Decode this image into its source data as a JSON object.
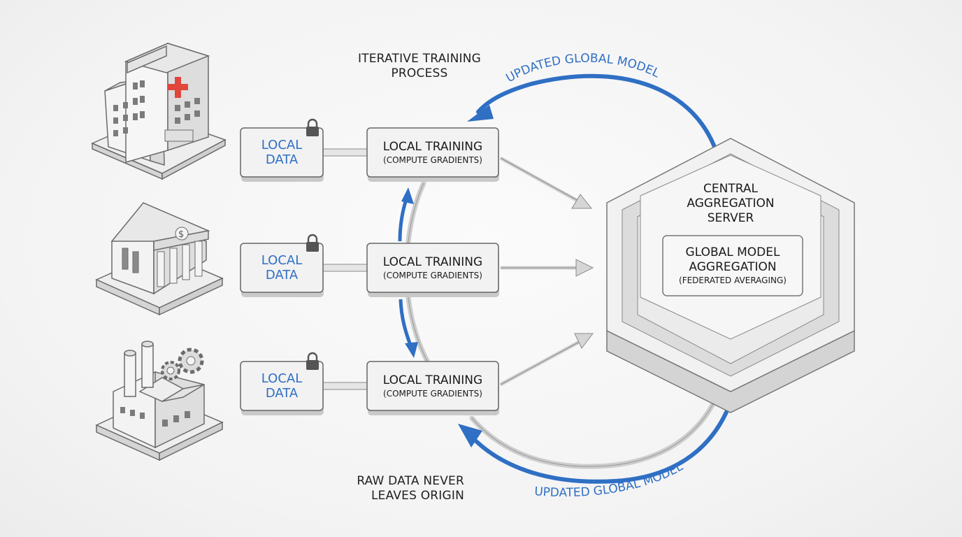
{
  "notes": {
    "iterative_line1": "ITERATIVE TRAINING",
    "iterative_line2": "PROCESS",
    "raw_line1": "RAW DATA NEVER",
    "raw_line2": "LEAVES ORIGIN"
  },
  "flow_labels": {
    "top": "UPDATED GLOBAL MODEL",
    "bottom": "UPDATED GLOBAL MODEL"
  },
  "clients": [
    {
      "icon": "hospital-icon",
      "data_line1": "LOCAL",
      "data_line2": "DATA",
      "train_title": "LOCAL TRAINING",
      "train_sub": "(COMPUTE GRADIENTS)"
    },
    {
      "icon": "bank-icon",
      "data_line1": "LOCAL",
      "data_line2": "DATA",
      "train_title": "LOCAL TRAINING",
      "train_sub": "(COMPUTE GRADIENTS)"
    },
    {
      "icon": "factory-icon",
      "data_line1": "LOCAL",
      "data_line2": "DATA",
      "train_title": "LOCAL TRAINING",
      "train_sub": "(COMPUTE GRADIENTS)"
    }
  ],
  "server": {
    "title_line1": "CENTRAL",
    "title_line2": "AGGREGATION",
    "title_line3": "SERVER",
    "inner_line1": "GLOBAL MODEL",
    "inner_line2": "AGGREGATION",
    "inner_sub": "(FEDERATED AVERAGING)"
  },
  "colors": {
    "accent_blue": "#2f6fc4",
    "lock_gray": "#555555",
    "cross_red": "#e0463c",
    "box_fill": "#f2f2f2"
  }
}
